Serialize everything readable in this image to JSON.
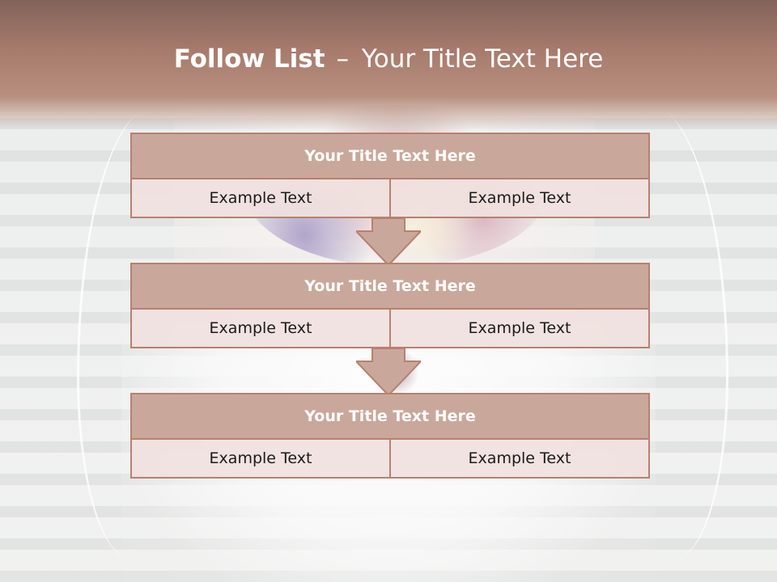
{
  "slide": {
    "title_bold": "Follow List",
    "title_dash": "–",
    "title_rest": "Your Title Text Here"
  },
  "steps": [
    {
      "title": "Your Title Text Here",
      "left": "Example Text",
      "right": "Example Text"
    },
    {
      "title": "Your Title Text Here",
      "left": "Example Text",
      "right": "Example Text"
    },
    {
      "title": "Your Title Text Here",
      "left": "Example Text",
      "right": "Example Text"
    }
  ],
  "colors": {
    "header_band": "#a87b6d",
    "box_border": "#b8806f",
    "box_title_fill": "#c9a89b",
    "box_body_fill": "#f0e1de",
    "arrow_fill": "#c9a89b"
  },
  "icons": {
    "connector": "down-arrow-icon"
  }
}
